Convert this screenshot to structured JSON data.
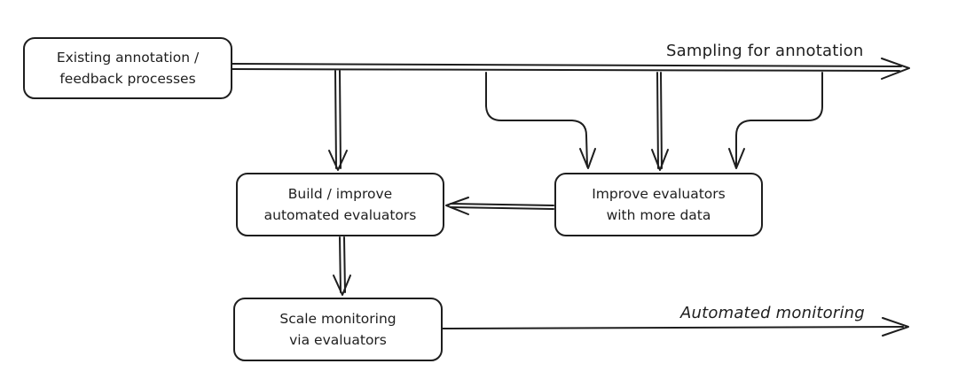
{
  "diagram": {
    "nodes": {
      "existing": {
        "label": "Existing annotation /\nfeedback processes"
      },
      "build": {
        "label": "Build / improve\nautomated evaluators"
      },
      "improve": {
        "label": "Improve evaluators\nwith more data"
      },
      "scale": {
        "label": "Scale monitoring\nvia evaluators"
      }
    },
    "flows": {
      "sampling": "Sampling for annotation",
      "monitoring": "Automated monitoring"
    },
    "edges": [
      {
        "from": "existing",
        "to": "sampling"
      },
      {
        "from": "existing",
        "to": "build"
      },
      {
        "from": "sampling",
        "to": "improve"
      },
      {
        "from": "improve",
        "to": "build"
      },
      {
        "from": "build",
        "to": "scale"
      },
      {
        "from": "scale",
        "to": "monitoring"
      }
    ],
    "colors": {
      "stroke": "#1e1e1e",
      "background": "#ffffff"
    }
  }
}
